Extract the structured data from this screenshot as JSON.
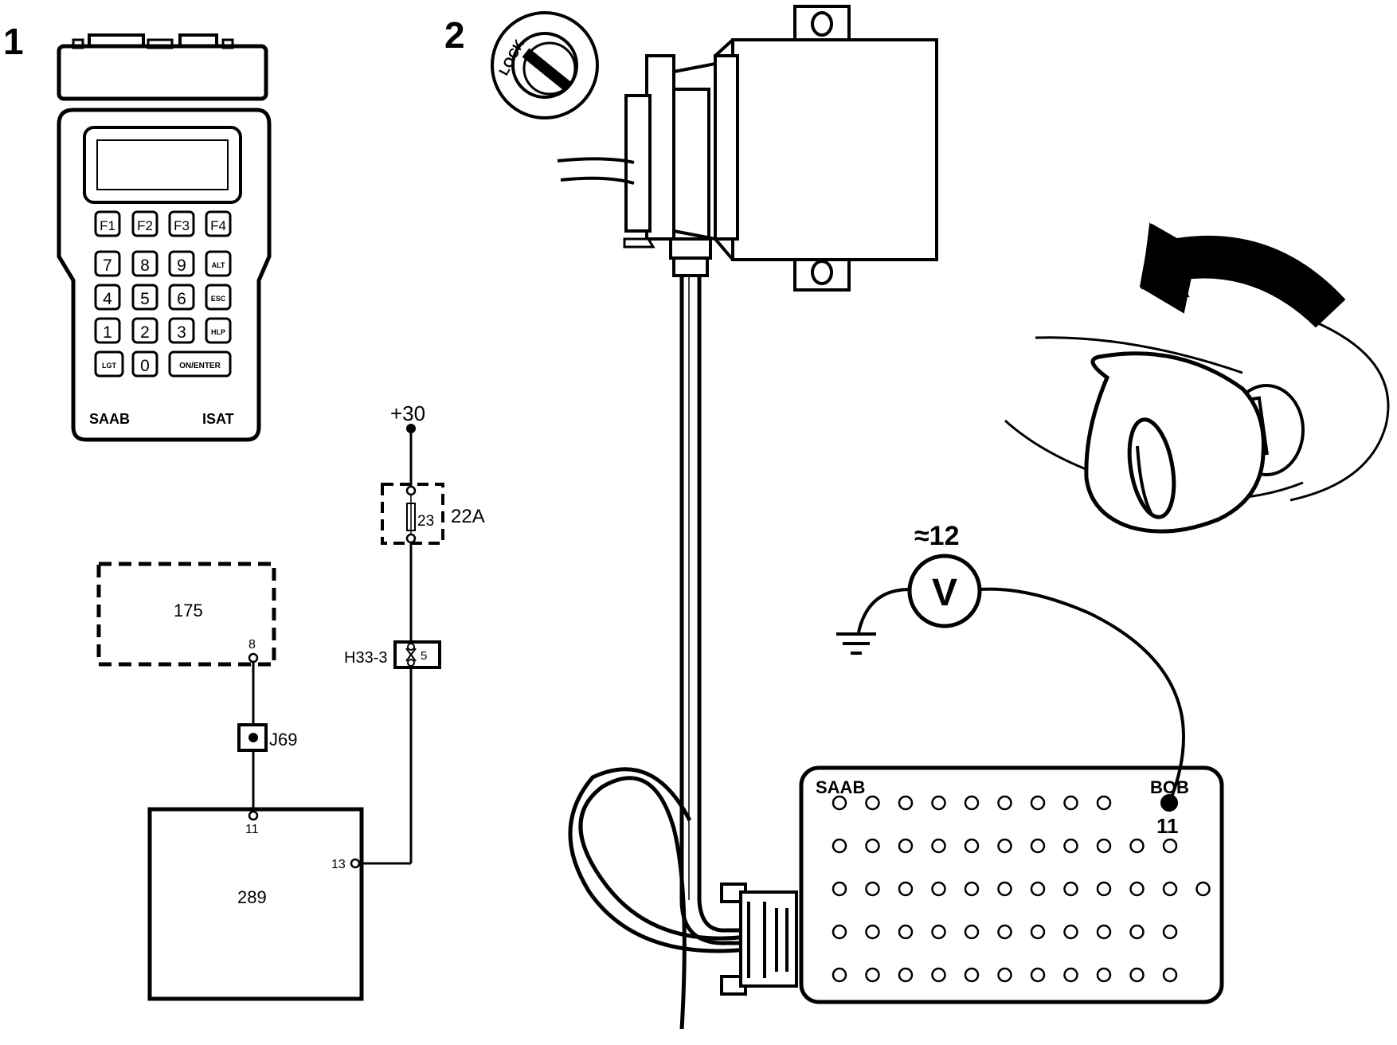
{
  "figure": {
    "step1_number": "1",
    "step2_number": "2"
  },
  "isat": {
    "brand": "SAAB",
    "model": "ISAT",
    "keys": {
      "f1": "F1",
      "f2": "F2",
      "f3": "F3",
      "f4": "F4",
      "k7": "7",
      "k8": "8",
      "k9": "9",
      "alt": "ALT",
      "k4": "4",
      "k5": "5",
      "k6": "6",
      "esc": "ESC",
      "k1": "1",
      "k2": "2",
      "k3": "3",
      "hlp": "HLP",
      "lgt": "LGT",
      "k0": "0",
      "enter": "ON/ENTER"
    }
  },
  "ignition": {
    "lock_label": "LOCK"
  },
  "circuit": {
    "supply": "+30",
    "fuse_number": "23",
    "fuse_box": "22A",
    "connector_h33": "H33-3",
    "connector_h33_pin": "5",
    "unit_175": "175",
    "unit_175_pin": "8",
    "connector_j69": "J69",
    "unit_289": "289",
    "unit_289_pin_top": "11",
    "unit_289_pin_side": "13"
  },
  "measurement": {
    "voltage": "≈12",
    "meter_symbol": "V"
  },
  "breakout_box": {
    "brand": "SAAB",
    "label": "BOB",
    "probe_pin": "11"
  }
}
